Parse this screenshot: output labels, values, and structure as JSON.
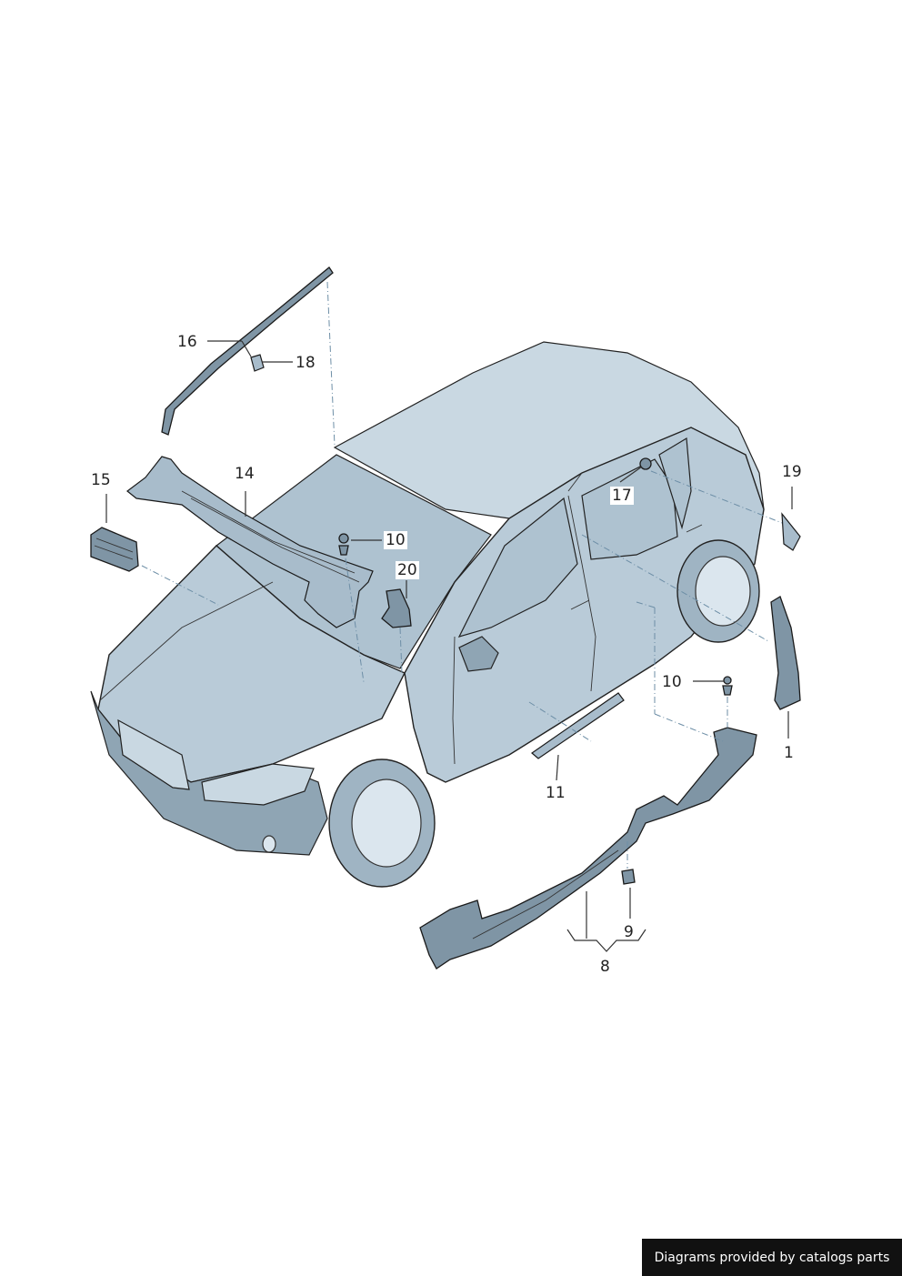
{
  "callouts": [
    {
      "id": "c1",
      "text": "1"
    },
    {
      "id": "c8",
      "text": "8"
    },
    {
      "id": "c9",
      "text": "9"
    },
    {
      "id": "c10a",
      "text": "10"
    },
    {
      "id": "c10b",
      "text": "10"
    },
    {
      "id": "c11",
      "text": "11"
    },
    {
      "id": "c14",
      "text": "14"
    },
    {
      "id": "c15",
      "text": "15"
    },
    {
      "id": "c16",
      "text": "16"
    },
    {
      "id": "c17",
      "text": "17"
    },
    {
      "id": "c18",
      "text": "18"
    },
    {
      "id": "c19",
      "text": "19"
    },
    {
      "id": "c20",
      "text": "20"
    }
  ],
  "footer": {
    "credit": "Diagrams provided by catalogs parts"
  }
}
